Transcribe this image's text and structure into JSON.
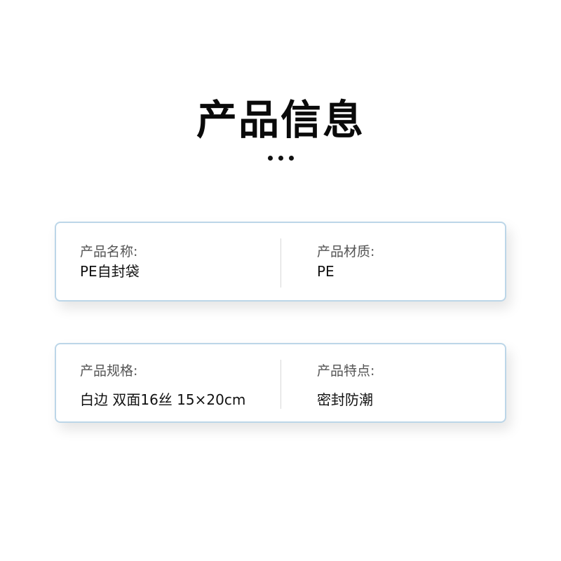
{
  "header": {
    "title": "产品信息",
    "dots_icon": "ellipsis-dots"
  },
  "cards": [
    {
      "left": {
        "label": "产品名称:",
        "value": "PE自封袋"
      },
      "right": {
        "label": "产品材质:",
        "value": "PE"
      }
    },
    {
      "left": {
        "label": "产品规格:",
        "value": "白边 双面16丝 15×20cm"
      },
      "right": {
        "label": "产品特点:",
        "value": "密封防潮"
      }
    }
  ],
  "colors": {
    "card_border": "#bcd6e8",
    "title": "#0a0a0a",
    "label": "#555555",
    "value": "#111111"
  }
}
